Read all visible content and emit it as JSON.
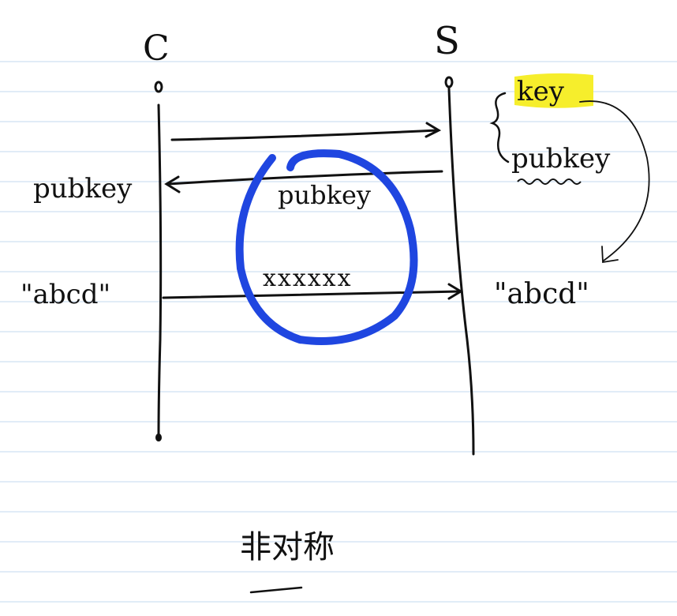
{
  "colors": {
    "paper": "#ffffff",
    "rule_line": "#cfe0f2",
    "ink": "#111111",
    "highlight": "#f6ee2c",
    "circle": "#1f46e0"
  },
  "diagram": {
    "client_label": "C",
    "server_label": "S",
    "server_key": "key",
    "server_pubkey": "pubkey",
    "client_pubkey": "pubkey",
    "arrow_pubkey_label": "pubkey",
    "client_plaintext": "\"abcd\"",
    "ciphertext_label": "xxxxxx",
    "server_plaintext": "\"abcd\"",
    "bottom_note": "非对称"
  }
}
